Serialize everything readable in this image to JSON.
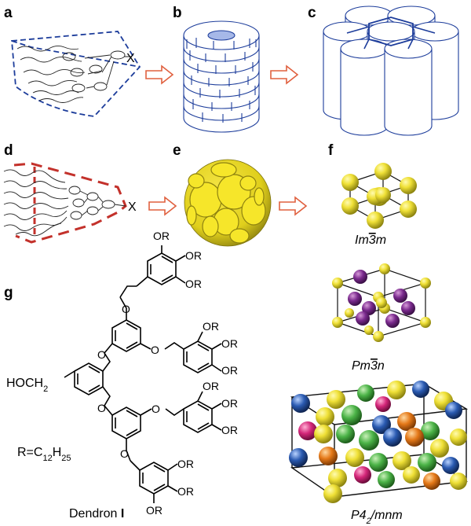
{
  "panels": {
    "a": "a",
    "b": "b",
    "c": "c",
    "d": "d",
    "e": "e",
    "f": "f",
    "g": "g"
  },
  "labels": {
    "x_a": "X",
    "x_d": "X"
  },
  "phases": {
    "im3m": {
      "pre": "Im",
      "bar": "3",
      "post": "m"
    },
    "pm3n": {
      "pre": "Pm",
      "bar": "3",
      "post": "n"
    },
    "p42mnm": {
      "pre": "P4",
      "sub": "2",
      "post": "/mnm"
    }
  },
  "chemistry": {
    "substituent": "OR",
    "hoch": "HOCH",
    "hoch_sub": "2",
    "o": "O",
    "r_def": {
      "pre": "R=C",
      "sub1": "12",
      "mid": "H",
      "sub2": "25"
    },
    "dendron_word": "Dendron",
    "dendron_numeral": "I"
  },
  "colors": {
    "blue_line": "#1d3d9b",
    "arrow_red": "#e0603f",
    "dash_red": "#c3312b",
    "yellow": "#f0e22e",
    "purple": "#7b2a8f",
    "green": "#4fb54a",
    "orange": "#e57a1c",
    "magenta": "#d0277a",
    "navy": "#2a5ab1"
  }
}
